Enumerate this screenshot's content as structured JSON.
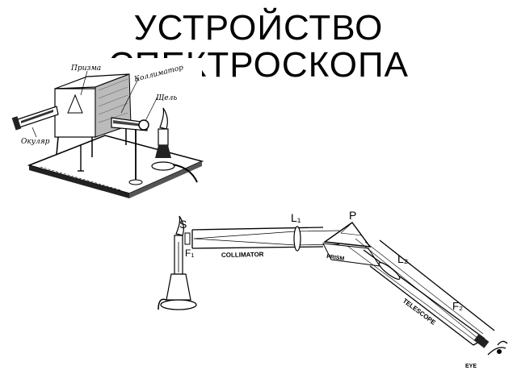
{
  "title": {
    "line1": "УСТРОЙСТВО",
    "line2": "СПЕКТРОСКОПА"
  },
  "figure_top": {
    "labels": {
      "prism": "Призма",
      "collimator": "Коллиматор",
      "slit": "Щель",
      "eyepiece": "Окуляр"
    }
  },
  "figure_bottom": {
    "labels": {
      "s": "S",
      "f1": "F₁",
      "l1": "L₁",
      "p": "P",
      "l2": "L₂",
      "f2": "F₂",
      "collimator": "COLLIMATOR",
      "prism": "PRISM",
      "telescope": "TELESCOPE",
      "eye": "EYE"
    }
  }
}
